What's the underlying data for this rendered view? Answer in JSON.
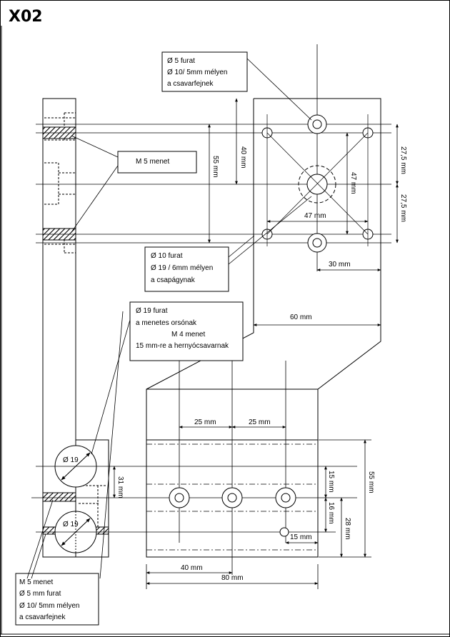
{
  "drawing_id": "X02",
  "notes": {
    "top": [
      "Ø 5 furat",
      "Ø 10/ 5mm mélyen",
      "a csavarfejnek"
    ],
    "m5": [
      "M 5  menet"
    ],
    "bearing": [
      "Ø 10 furat",
      "Ø 19 / 6mm mélyen",
      "a csapágynak"
    ],
    "spindle": [
      "Ø 19  furat",
      "a menetes orsónak",
      "M 4 menet",
      "15 mm-re a hernyócsavarnak"
    ],
    "bottom_left": [
      "M 5 menet",
      "Ø 5 mm furat",
      "Ø 10/ 5mm mélyen",
      "a csavarfejnek"
    ]
  },
  "dims": {
    "d40": "40 mm",
    "d55_left": "55 mm",
    "d47_v": "47 mm",
    "d47_h": "47 mm",
    "d27_top": "27,5 mm",
    "d27_bot": "27,5 mm",
    "d30": "30 mm",
    "d60": "60 mm",
    "d25_a": "25 mm",
    "d25_b": "25 mm",
    "d55_right": "55 mm",
    "d15_v": "15 mm",
    "d16": "16 mm",
    "d28": "28 mm",
    "d15_h": "15 mm",
    "d31": "31 mm",
    "d40_bottom": "40 mm",
    "d80": "80 mm",
    "dia19_top": "Ø 19",
    "dia19_bot": "Ø 19"
  }
}
